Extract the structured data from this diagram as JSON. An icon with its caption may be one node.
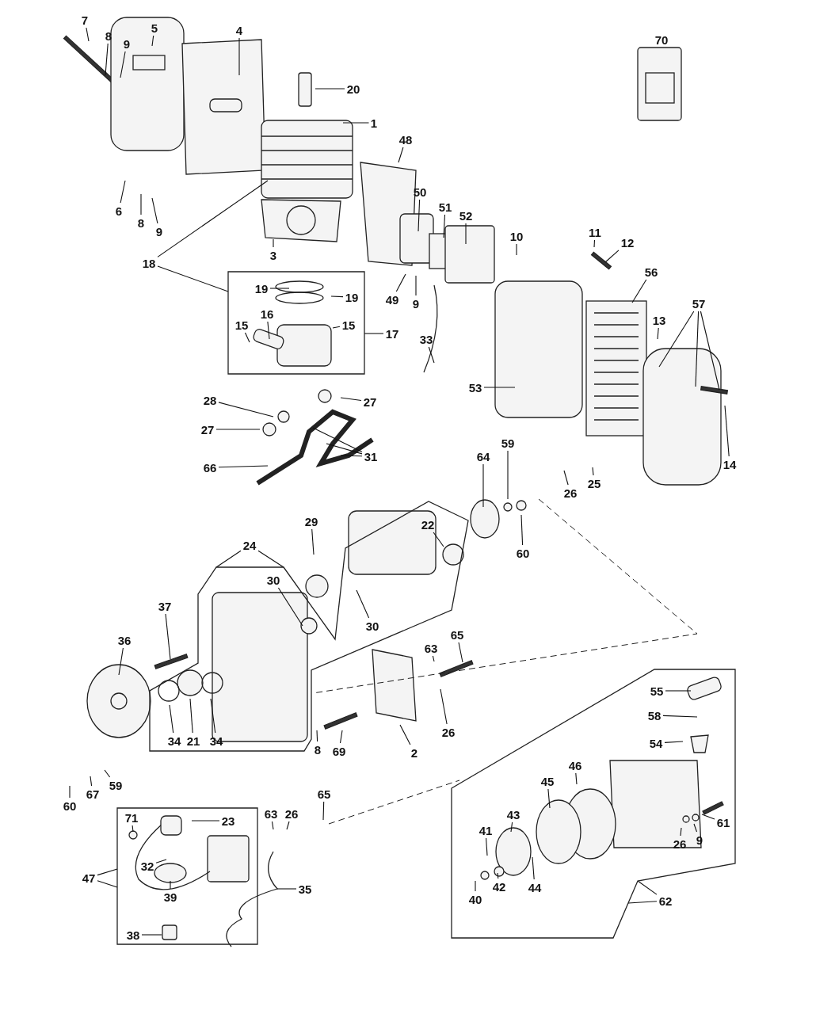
{
  "diagram": {
    "nodes": [
      {
        "text": [
          "7"
        ]
      },
      {
        "text": [
          "8"
        ]
      },
      {
        "text": [
          "9"
        ]
      },
      {
        "text": [
          "5"
        ]
      },
      {
        "text": [
          "4"
        ]
      },
      {
        "text": [
          "70"
        ]
      },
      {
        "text": [
          "20"
        ]
      },
      {
        "text": [
          "1"
        ]
      },
      {
        "text": [
          "48"
        ]
      },
      {
        "text": [
          "6"
        ]
      },
      {
        "text": [
          "8"
        ]
      },
      {
        "text": [
          "9"
        ]
      },
      {
        "text": [
          "50"
        ]
      },
      {
        "text": [
          "51"
        ]
      },
      {
        "text": [
          "52"
        ]
      },
      {
        "text": [
          "10"
        ]
      },
      {
        "text": [
          "11"
        ]
      },
      {
        "text": [
          "12"
        ]
      },
      {
        "text": [
          "56"
        ]
      },
      {
        "text": [
          "3"
        ]
      },
      {
        "text": [
          "18"
        ]
      },
      {
        "text": [],
        "shape": "box"
      },
      {
        "text": [
          "19"
        ],
        "in": 21
      },
      {
        "text": [
          "19"
        ],
        "in": 21
      },
      {
        "text": [
          "16"
        ],
        "in": 21
      },
      {
        "text": [
          "15"
        ],
        "in": 21
      },
      {
        "text": [
          "15"
        ],
        "in": 21
      },
      {
        "text": [
          "17"
        ]
      },
      {
        "text": [
          "49"
        ]
      },
      {
        "text": [
          "9"
        ]
      },
      {
        "text": [
          "13"
        ]
      },
      {
        "text": [
          "57"
        ]
      },
      {
        "text": [
          "33"
        ]
      },
      {
        "text": [
          "53"
        ]
      },
      {
        "text": [
          "28"
        ]
      },
      {
        "text": [
          "27"
        ]
      },
      {
        "text": [
          "27"
        ]
      },
      {
        "text": [
          "31"
        ]
      },
      {
        "text": [
          "66"
        ]
      },
      {
        "text": [
          "64"
        ]
      },
      {
        "text": [
          "59"
        ]
      },
      {
        "text": [
          "14"
        ]
      },
      {
        "text": [
          "26"
        ]
      },
      {
        "text": [
          "25"
        ]
      },
      {
        "text": [
          "60"
        ]
      },
      {
        "text": [
          "29"
        ]
      },
      {
        "text": [
          "24"
        ]
      },
      {
        "text": [],
        "shape": "box"
      },
      {
        "text": [
          "30"
        ],
        "in": 47
      },
      {
        "text": [
          "30"
        ],
        "in": 47
      },
      {
        "text": [
          "22"
        ],
        "in": 47
      },
      {
        "text": [
          "34"
        ],
        "in": 47
      },
      {
        "text": [
          "21"
        ],
        "in": 47
      },
      {
        "text": [
          "34"
        ],
        "in": 47
      },
      {
        "text": [
          "37"
        ]
      },
      {
        "text": [
          "63"
        ]
      },
      {
        "text": [
          "65"
        ]
      },
      {
        "text": [
          "36"
        ]
      },
      {
        "text": [
          "26"
        ]
      },
      {
        "text": [
          "8"
        ]
      },
      {
        "text": [
          "69"
        ]
      },
      {
        "text": [
          "2"
        ]
      },
      {
        "text": [
          "60"
        ]
      },
      {
        "text": [
          "67"
        ]
      },
      {
        "text": [
          "59"
        ]
      },
      {
        "text": [],
        "shape": "box"
      },
      {
        "text": [
          "71"
        ],
        "in": 65
      },
      {
        "text": [
          "23"
        ],
        "in": 65
      },
      {
        "text": [
          "32"
        ],
        "in": 65
      },
      {
        "text": [
          "39"
        ],
        "in": 65
      },
      {
        "text": [
          "38"
        ],
        "in": 65
      },
      {
        "text": [
          "47"
        ]
      },
      {
        "text": [
          "63"
        ]
      },
      {
        "text": [
          "26"
        ]
      },
      {
        "text": [
          "65"
        ]
      },
      {
        "text": [
          "35"
        ]
      },
      {
        "text": [],
        "shape": "box"
      },
      {
        "text": [
          "55"
        ],
        "in": 76
      },
      {
        "text": [
          "58"
        ],
        "in": 76
      },
      {
        "text": [
          "54"
        ],
        "in": 76
      },
      {
        "text": [
          "46"
        ],
        "in": 76
      },
      {
        "text": [
          "45"
        ],
        "in": 76
      },
      {
        "text": [
          "43"
        ],
        "in": 76
      },
      {
        "text": [
          "41"
        ],
        "in": 76
      },
      {
        "text": [
          "61"
        ],
        "in": 76
      },
      {
        "text": [
          "26"
        ],
        "in": 76
      },
      {
        "text": [
          "9"
        ],
        "in": 76
      },
      {
        "text": [
          "44"
        ],
        "in": 76
      },
      {
        "text": [
          "40"
        ],
        "in": 76
      },
      {
        "text": [
          "42"
        ],
        "in": 76
      },
      {
        "text": [
          "62"
        ]
      }
    ],
    "edges": [
      {
        "from": 0,
        "to": null,
        "arrow": "none"
      },
      {
        "from": 1,
        "to": null,
        "arrow": "none"
      },
      {
        "from": 2,
        "to": null,
        "arrow": "none"
      },
      {
        "from": 3,
        "to": null,
        "arrow": "none"
      },
      {
        "from": 4,
        "to": null,
        "arrow": "none"
      },
      {
        "from": 6,
        "to": null,
        "arrow": "none"
      },
      {
        "from": 7,
        "to": null,
        "arrow": "none"
      },
      {
        "from": 8,
        "to": null,
        "arrow": "none"
      },
      {
        "from": 9,
        "to": null,
        "arrow": "none"
      },
      {
        "from": 10,
        "to": null,
        "arrow": "none"
      },
      {
        "from": 11,
        "to": null,
        "arrow": "none"
      },
      {
        "from": 12,
        "to": null,
        "arrow": "none"
      },
      {
        "from": 13,
        "to": null,
        "arrow": "none"
      },
      {
        "from": 14,
        "to": null,
        "arrow": "none"
      },
      {
        "from": 15,
        "to": null,
        "arrow": "none"
      },
      {
        "from": 16,
        "to": null,
        "arrow": "none"
      },
      {
        "from": 17,
        "to": null,
        "arrow": "none"
      },
      {
        "from": 18,
        "to": null,
        "arrow": "none"
      },
      {
        "from": 19,
        "to": null,
        "arrow": "none"
      },
      {
        "from": 20,
        "to": null,
        "arrow": "none"
      },
      {
        "from": 20,
        "to": 21,
        "arrow": "none"
      },
      {
        "from": 22,
        "to": null,
        "arrow": "none"
      },
      {
        "from": 23,
        "to": null,
        "arrow": "none"
      },
      {
        "from": 24,
        "to": null,
        "arrow": "none"
      },
      {
        "from": 25,
        "to": null,
        "arrow": "none"
      },
      {
        "from": 26,
        "to": null,
        "arrow": "none"
      },
      {
        "from": 27,
        "to": 21,
        "arrow": "none"
      },
      {
        "from": 28,
        "to": null,
        "arrow": "none"
      },
      {
        "from": 29,
        "to": null,
        "arrow": "none"
      },
      {
        "from": 30,
        "to": null,
        "arrow": "none"
      },
      {
        "from": 31,
        "to": null,
        "arrow": "none"
      },
      {
        "from": 31,
        "to": null,
        "arrow": "none"
      },
      {
        "from": 31,
        "to": null,
        "arrow": "none"
      },
      {
        "from": 32,
        "to": null,
        "arrow": "none"
      },
      {
        "from": 33,
        "to": null,
        "arrow": "none"
      },
      {
        "from": 34,
        "to": null,
        "arrow": "none"
      },
      {
        "from": 35,
        "to": null,
        "arrow": "none"
      },
      {
        "from": 36,
        "to": null,
        "arrow": "none"
      },
      {
        "from": 37,
        "to": null,
        "arrow": "none"
      },
      {
        "from": 37,
        "to": null,
        "arrow": "none"
      },
      {
        "from": 37,
        "to": null,
        "arrow": "none"
      },
      {
        "from": 38,
        "to": null,
        "arrow": "none"
      },
      {
        "from": 39,
        "to": null,
        "arrow": "none"
      },
      {
        "from": 40,
        "to": null,
        "arrow": "none"
      },
      {
        "from": 41,
        "to": null,
        "arrow": "none"
      },
      {
        "from": 42,
        "to": null,
        "arrow": "none"
      },
      {
        "from": 43,
        "to": null,
        "arrow": "none"
      },
      {
        "from": 44,
        "to": null,
        "arrow": "none"
      },
      {
        "from": 45,
        "to": null,
        "arrow": "none"
      },
      {
        "from": 46,
        "to": 47,
        "arrow": "none"
      },
      {
        "from": 46,
        "to": 47,
        "arrow": "none"
      },
      {
        "from": 48,
        "to": null,
        "arrow": "none"
      },
      {
        "from": 49,
        "to": null,
        "arrow": "none"
      },
      {
        "from": 50,
        "to": null,
        "arrow": "none"
      },
      {
        "from": 51,
        "to": null,
        "arrow": "none"
      },
      {
        "from": 52,
        "to": null,
        "arrow": "none"
      },
      {
        "from": 53,
        "to": null,
        "arrow": "none"
      },
      {
        "from": 54,
        "to": null,
        "arrow": "none"
      },
      {
        "from": 55,
        "to": null,
        "arrow": "none"
      },
      {
        "from": 56,
        "to": null,
        "arrow": "none"
      },
      {
        "from": 57,
        "to": null,
        "arrow": "none"
      },
      {
        "from": 58,
        "to": null,
        "arrow": "none"
      },
      {
        "from": 59,
        "to": null,
        "arrow": "none"
      },
      {
        "from": 60,
        "to": null,
        "arrow": "none"
      },
      {
        "from": 61,
        "to": null,
        "arrow": "none"
      },
      {
        "from": 62,
        "to": null,
        "arrow": "none"
      },
      {
        "from": 63,
        "to": null,
        "arrow": "none"
      },
      {
        "from": 64,
        "to": null,
        "arrow": "none"
      },
      {
        "from": 66,
        "to": null,
        "arrow": "none"
      },
      {
        "from": 67,
        "to": null,
        "arrow": "none"
      },
      {
        "from": 68,
        "to": null,
        "arrow": "none"
      },
      {
        "from": 69,
        "to": null,
        "arrow": "none"
      },
      {
        "from": 70,
        "to": null,
        "arrow": "none"
      },
      {
        "from": 71,
        "to": 65,
        "arrow": "none"
      },
      {
        "from": 71,
        "to": 65,
        "arrow": "none"
      },
      {
        "from": 72,
        "to": null,
        "arrow": "none"
      },
      {
        "from": 73,
        "to": null,
        "arrow": "none"
      },
      {
        "from": 74,
        "to": null,
        "arrow": "none"
      },
      {
        "from": 75,
        "to": null,
        "arrow": "none"
      },
      {
        "from": 77,
        "to": null,
        "arrow": "none"
      },
      {
        "from": 78,
        "to": null,
        "arrow": "none"
      },
      {
        "from": 79,
        "to": null,
        "arrow": "none"
      },
      {
        "from": 80,
        "to": null,
        "arrow": "none"
      },
      {
        "from": 81,
        "to": null,
        "arrow": "none"
      },
      {
        "from": 82,
        "to": null,
        "arrow": "none"
      },
      {
        "from": 83,
        "to": null,
        "arrow": "none"
      },
      {
        "from": 84,
        "to": null,
        "arrow": "none"
      },
      {
        "from": 85,
        "to": null,
        "arrow": "none"
      },
      {
        "from": 86,
        "to": null,
        "arrow": "none"
      },
      {
        "from": 87,
        "to": null,
        "arrow": "none"
      },
      {
        "from": 88,
        "to": null,
        "arrow": "none"
      },
      {
        "from": 89,
        "to": null,
        "arrow": "none"
      },
      {
        "from": 90,
        "to": 76,
        "arrow": "none"
      },
      {
        "from": 90,
        "to": 76,
        "arrow": "none"
      }
    ]
  }
}
